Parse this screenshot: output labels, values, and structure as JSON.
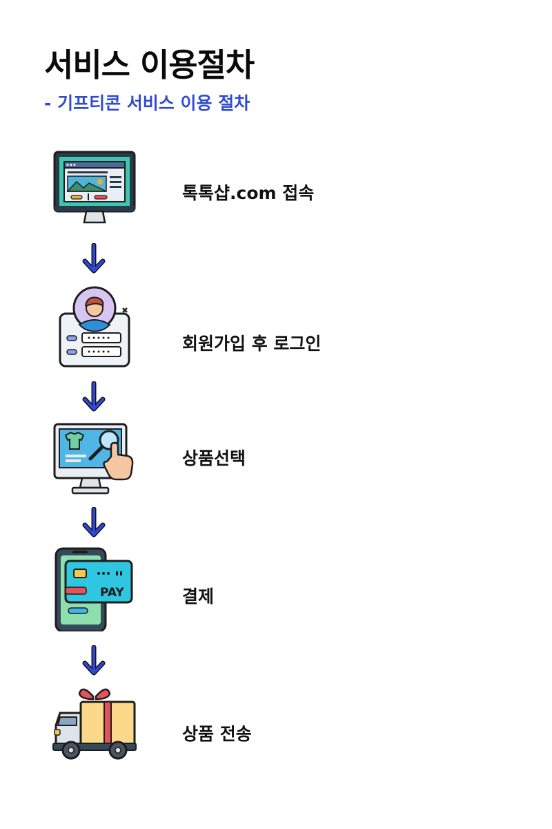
{
  "header": {
    "title": "서비스 이용절차",
    "subtitle": "- 기프티콘 서비스 이용 절차"
  },
  "steps": [
    {
      "icon": "website-monitor-icon",
      "label": "톡톡샵.com 접속"
    },
    {
      "icon": "user-login-icon",
      "label": "회원가입 후 로그인"
    },
    {
      "icon": "product-search-icon",
      "label": "상품선택"
    },
    {
      "icon": "mobile-payment-icon",
      "label": "결제"
    },
    {
      "icon": "gift-delivery-truck-icon",
      "label": "상품 전송"
    }
  ],
  "colors": {
    "accent": "#2f4bd6",
    "arrow": "#2f48d8",
    "text": "#111111"
  }
}
